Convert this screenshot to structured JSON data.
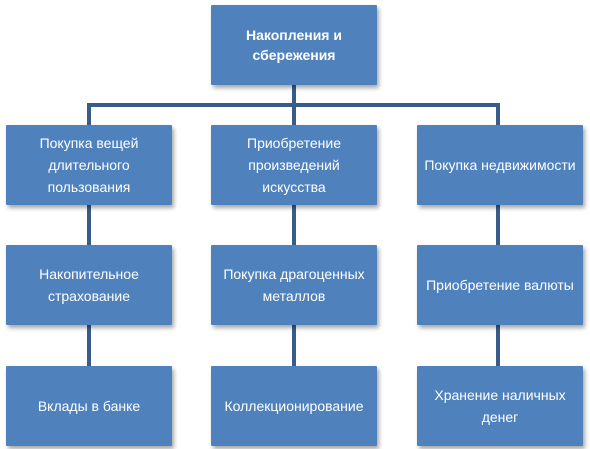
{
  "colors": {
    "node_fill": "#4f81bd",
    "connector": "#385d8a",
    "text": "#ffffff"
  },
  "root": {
    "label": "Накопления   и сбережения"
  },
  "columns": [
    {
      "items": [
        "Покупка вещей длительного пользования",
        "Накопительное страхование",
        "Вклады в банке"
      ]
    },
    {
      "items": [
        "Приобретение произведений искусства",
        "Покупка драгоценных металлов",
        "Коллекционирование"
      ]
    },
    {
      "items": [
        "Покупка недвижимости",
        "Приобретение валюты",
        "Хранение наличных денег"
      ]
    }
  ]
}
